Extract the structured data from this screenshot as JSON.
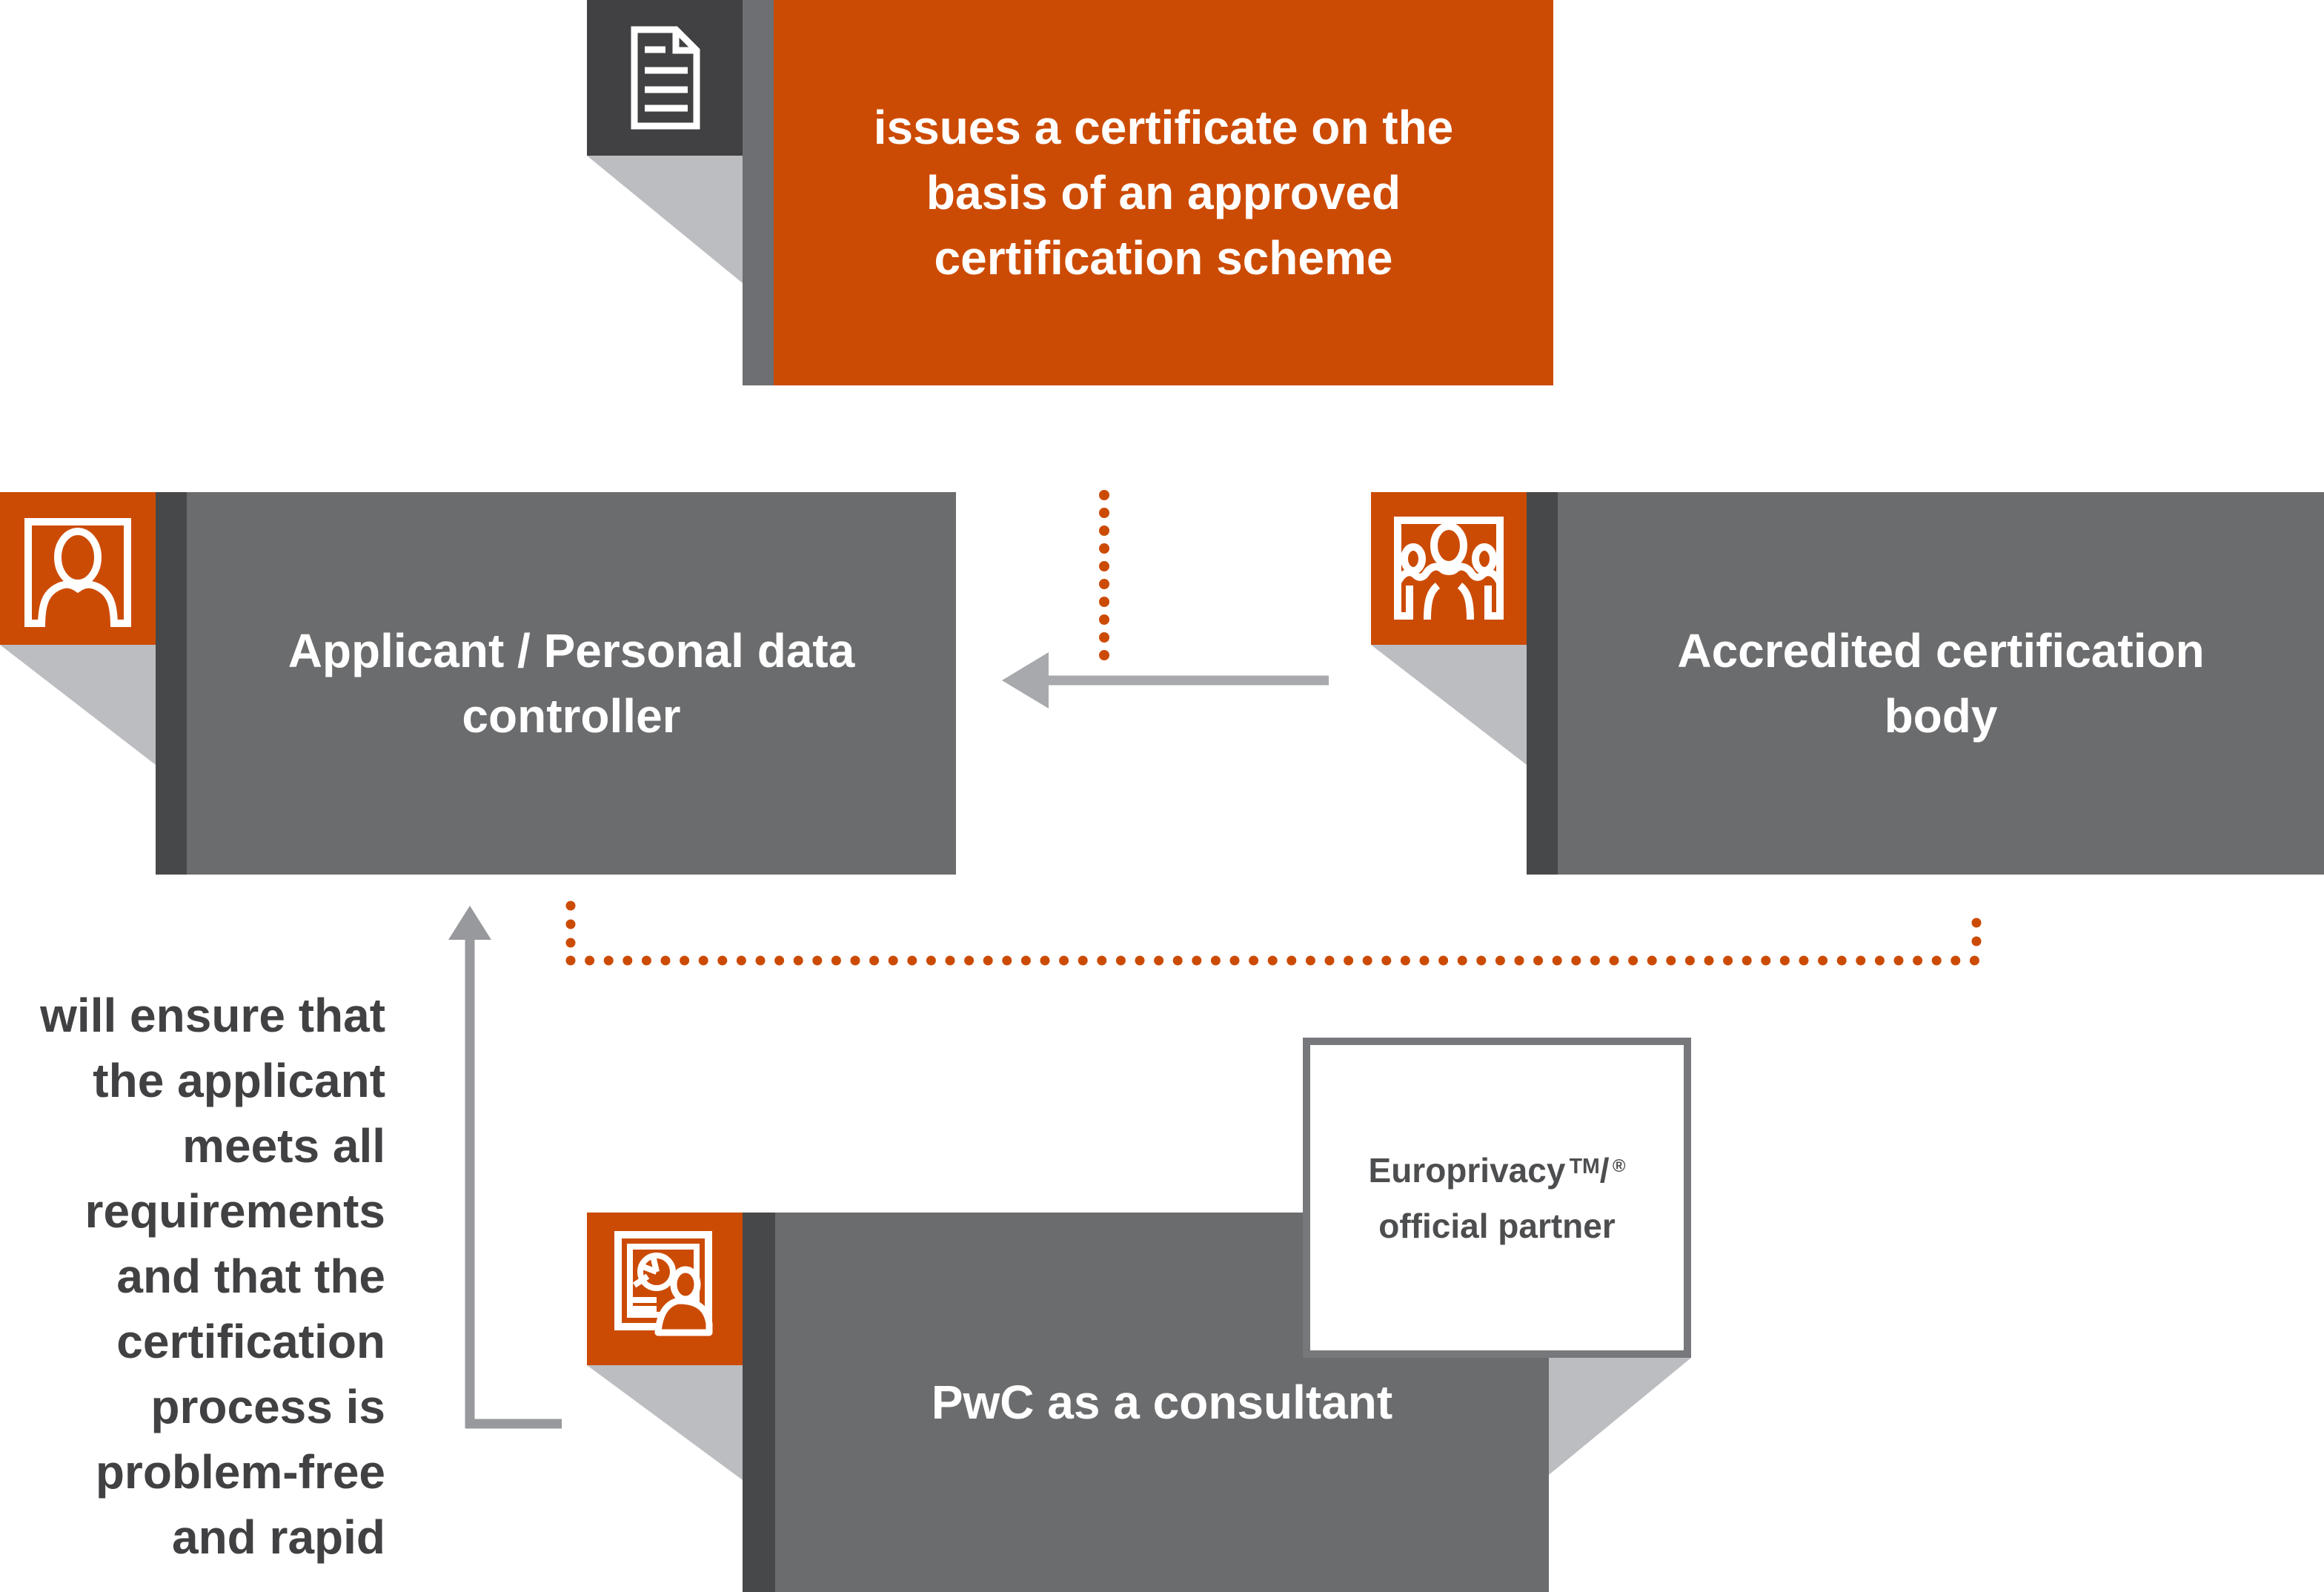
{
  "colors": {
    "accent_orange": "#CC4B04",
    "box_gray": "#6B6C6E",
    "icon_square_dark": "#414042",
    "strip_dark": "#47484A",
    "strip_mid": "#6E6F72",
    "fold_gray": "#BCBDC0",
    "arrow_gray_light": "#A7A9AC",
    "arrow_gray": "#97999C",
    "note_text": "#414042",
    "partner_border": "#77787B",
    "partner_text": "#4D4E50"
  },
  "boxes": {
    "certificate": {
      "label": "issues a certificate on the\nbasis of an approved\ncertification scheme",
      "icon": "document-icon"
    },
    "applicant": {
      "label": "Applicant / Personal data\ncontroller",
      "icon": "person-icon"
    },
    "certification_body": {
      "label": "Accredited certification\nbody",
      "icon": "people-icon"
    },
    "pwc": {
      "label": "PwC as a consultant",
      "icon": "presentation-icon"
    }
  },
  "europrivacy": {
    "brand": "Europrivacy",
    "tm": "TM",
    "slash": "/",
    "reg": "®",
    "line2": "official partner"
  },
  "side_note": "will ensure that\nthe applicant\nmeets all\nrequirements\nand that the\ncertification\nprocess is\nproblem-free\nand rapid"
}
